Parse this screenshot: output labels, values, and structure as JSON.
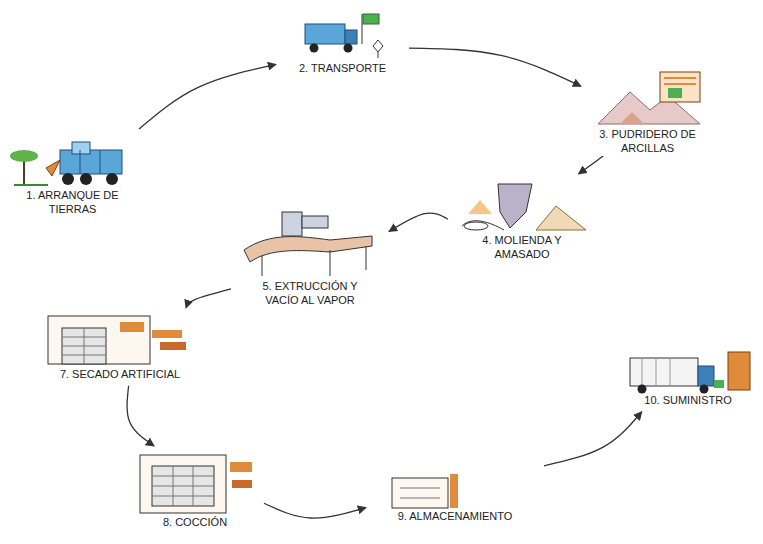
{
  "diagram": {
    "nodes": [
      {
        "text": [
          "1. ARRANQUE DE TIERRAS"
        ]
      },
      {
        "text": [
          "2. TRANSPORTE"
        ]
      },
      {
        "text": [
          "3. PUDRIDERO DE ARCILLAS"
        ]
      },
      {
        "text": [
          "4. MOLIENDA Y AMASADO"
        ]
      },
      {
        "text": [
          "5. EXTRUCCIÓN Y VACÍO AL VAPOR"
        ]
      },
      {
        "text": [
          "7. SECADO ARTIFICIAL"
        ]
      },
      {
        "text": [
          "8. COCCIÓN"
        ]
      },
      {
        "text": [
          "9. ALMACENAMIENTO"
        ]
      },
      {
        "text": [
          "10. SUMINISTRO"
        ]
      }
    ],
    "edges": [
      {
        "from": 0,
        "to": 1,
        "arrow": "to"
      },
      {
        "from": 1,
        "to": 2,
        "arrow": "to"
      },
      {
        "from": 2,
        "to": 3,
        "arrow": "to"
      },
      {
        "from": 3,
        "to": 4,
        "arrow": "to"
      },
      {
        "from": 4,
        "to": 5,
        "arrow": "to"
      },
      {
        "from": 5,
        "to": 6,
        "arrow": "to"
      },
      {
        "from": 6,
        "to": 7,
        "arrow": "to"
      },
      {
        "from": 7,
        "to": 8,
        "arrow": "to"
      }
    ]
  }
}
